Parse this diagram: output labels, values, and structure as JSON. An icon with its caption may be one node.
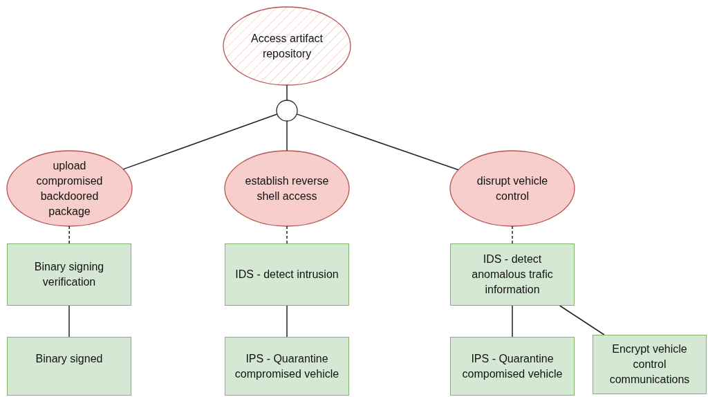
{
  "diagram": {
    "nodes": [
      {
        "text": [
          "Access artifact repository"
        ]
      },
      {
        "text": [],
        "shape": "circle"
      },
      {
        "text": [
          "upload compromised backdoored package"
        ]
      },
      {
        "text": [
          "establish reverse shell access"
        ]
      },
      {
        "text": [
          "disrupt vehicle control"
        ]
      },
      {
        "text": [
          "Binary signing verification"
        ]
      },
      {
        "text": [
          "IDS - detect intrusion"
        ]
      },
      {
        "text": [
          "IDS - detect anomalous trafic information"
        ]
      },
      {
        "text": [
          "Binary signed"
        ]
      },
      {
        "text": [
          "IPS - Quarantine compromised vehicle"
        ]
      },
      {
        "text": [
          "IPS - Quarantine compomised vehicle"
        ]
      },
      {
        "text": [
          "Encrypt vehicle control communications"
        ]
      }
    ],
    "edges": [
      {
        "from": 0,
        "to": 1,
        "arrow": "none"
      },
      {
        "from": 1,
        "to": 2,
        "arrow": "none"
      },
      {
        "from": 1,
        "to": 3,
        "arrow": "none"
      },
      {
        "from": 1,
        "to": 4,
        "arrow": "none"
      },
      {
        "from": 2,
        "to": 5,
        "arrow": "none",
        "style": "dashed"
      },
      {
        "from": 3,
        "to": 6,
        "arrow": "none",
        "style": "dashed"
      },
      {
        "from": 4,
        "to": 7,
        "arrow": "none",
        "style": "dashed"
      },
      {
        "from": 5,
        "to": 8,
        "arrow": "none"
      },
      {
        "from": 6,
        "to": 9,
        "arrow": "none"
      },
      {
        "from": 7,
        "to": 10,
        "arrow": "none"
      },
      {
        "from": 7,
        "to": 11,
        "arrow": "none"
      }
    ]
  }
}
